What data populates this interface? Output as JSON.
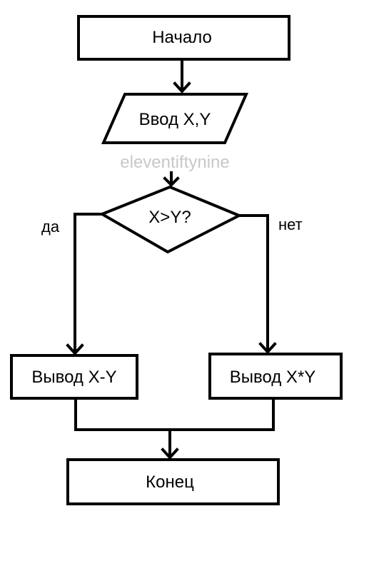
{
  "flowchart": {
    "start_label": "Начало",
    "input_label": "Ввод X,Y",
    "decision_label": "X>Y?",
    "yes_label": "да",
    "no_label": "нет",
    "output_yes_label": "Вывод X-Y",
    "output_no_label": "Вывод X*Y",
    "end_label": "Конец"
  },
  "watermark": {
    "text": "eleventiftynine",
    "color": "#c8c8c8"
  },
  "colors": {
    "stroke": "#000000",
    "background": "#ffffff"
  }
}
